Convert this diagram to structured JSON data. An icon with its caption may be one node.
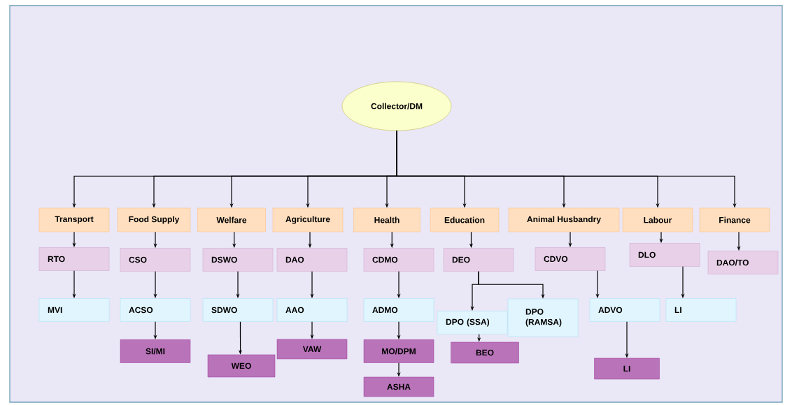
{
  "diagram": {
    "nodes": [
      {
        "text": [
          "Collector/DM"
        ]
      },
      {
        "text": [
          "Transport"
        ]
      },
      {
        "text": [
          "Food Supply"
        ]
      },
      {
        "text": [
          "Welfare"
        ]
      },
      {
        "text": [
          "Agriculture"
        ]
      },
      {
        "text": [
          "Health"
        ]
      },
      {
        "text": [
          "Education"
        ]
      },
      {
        "text": [
          "Animal Husbandry"
        ]
      },
      {
        "text": [
          "Labour"
        ]
      },
      {
        "text": [
          "Finance"
        ]
      },
      {
        "text": [
          "RTO"
        ]
      },
      {
        "text": [
          "CSO"
        ]
      },
      {
        "text": [
          "DSWO"
        ]
      },
      {
        "text": [
          "DAO"
        ]
      },
      {
        "text": [
          "CDMO"
        ]
      },
      {
        "text": [
          "DEO"
        ]
      },
      {
        "text": [
          "CDVO"
        ]
      },
      {
        "text": [
          "DLO"
        ]
      },
      {
        "text": [
          "DAO/TO"
        ]
      },
      {
        "text": [
          "MVI"
        ]
      },
      {
        "text": [
          "ACSO"
        ]
      },
      {
        "text": [
          "SDWO"
        ]
      },
      {
        "text": [
          "AAO"
        ]
      },
      {
        "text": [
          "ADMO"
        ]
      },
      {
        "text": [
          "DPO (SSA)"
        ]
      },
      {
        "text": [
          "DPO (RAMSA)"
        ]
      },
      {
        "text": [
          "ADVO"
        ]
      },
      {
        "text": [
          "LI"
        ]
      },
      {
        "text": [
          "SI/MI"
        ]
      },
      {
        "text": [
          "WEO"
        ]
      },
      {
        "text": [
          "VAW"
        ]
      },
      {
        "text": [
          "MO/DPM"
        ]
      },
      {
        "text": [
          "BEO"
        ]
      },
      {
        "text": [
          "LI"
        ]
      },
      {
        "text": [
          "ASHA"
        ]
      }
    ],
    "edges": [
      {
        "from": 0,
        "to": 1,
        "arrow": "to"
      },
      {
        "from": 0,
        "to": 2,
        "arrow": "to"
      },
      {
        "from": 0,
        "to": 3,
        "arrow": "to"
      },
      {
        "from": 0,
        "to": 4,
        "arrow": "to"
      },
      {
        "from": 0,
        "to": 5,
        "arrow": "to"
      },
      {
        "from": 0,
        "to": 6,
        "arrow": "to"
      },
      {
        "from": 0,
        "to": 7,
        "arrow": "to"
      },
      {
        "from": 0,
        "to": 8,
        "arrow": "to"
      },
      {
        "from": 0,
        "to": 9,
        "arrow": "to"
      },
      {
        "from": 1,
        "to": 10,
        "arrow": "to"
      },
      {
        "from": 2,
        "to": 11,
        "arrow": "to"
      },
      {
        "from": 3,
        "to": 12,
        "arrow": "to"
      },
      {
        "from": 4,
        "to": 13,
        "arrow": "to"
      },
      {
        "from": 5,
        "to": 14,
        "arrow": "to"
      },
      {
        "from": 6,
        "to": 15,
        "arrow": "to"
      },
      {
        "from": 7,
        "to": 16,
        "arrow": "to"
      },
      {
        "from": 8,
        "to": 17,
        "arrow": "to"
      },
      {
        "from": 9,
        "to": 18,
        "arrow": "to"
      },
      {
        "from": 10,
        "to": 19,
        "arrow": "to"
      },
      {
        "from": 11,
        "to": 20,
        "arrow": "to"
      },
      {
        "from": 12,
        "to": 21,
        "arrow": "to"
      },
      {
        "from": 13,
        "to": 22,
        "arrow": "to"
      },
      {
        "from": 14,
        "to": 23,
        "arrow": "to"
      },
      {
        "from": 15,
        "to": 24,
        "arrow": "to"
      },
      {
        "from": 15,
        "to": 25,
        "arrow": "to"
      },
      {
        "from": 16,
        "to": 26,
        "arrow": "to"
      },
      {
        "from": 17,
        "to": 27,
        "arrow": "to"
      },
      {
        "from": 20,
        "to": 28,
        "arrow": "to"
      },
      {
        "from": 21,
        "to": 29,
        "arrow": "to"
      },
      {
        "from": 22,
        "to": 30,
        "arrow": "to"
      },
      {
        "from": 23,
        "to": 31,
        "arrow": "to"
      },
      {
        "from": 24,
        "to": 32,
        "arrow": "to"
      },
      {
        "from": 26,
        "to": 33,
        "arrow": "to"
      },
      {
        "from": 31,
        "to": 34,
        "arrow": "to"
      }
    ]
  }
}
